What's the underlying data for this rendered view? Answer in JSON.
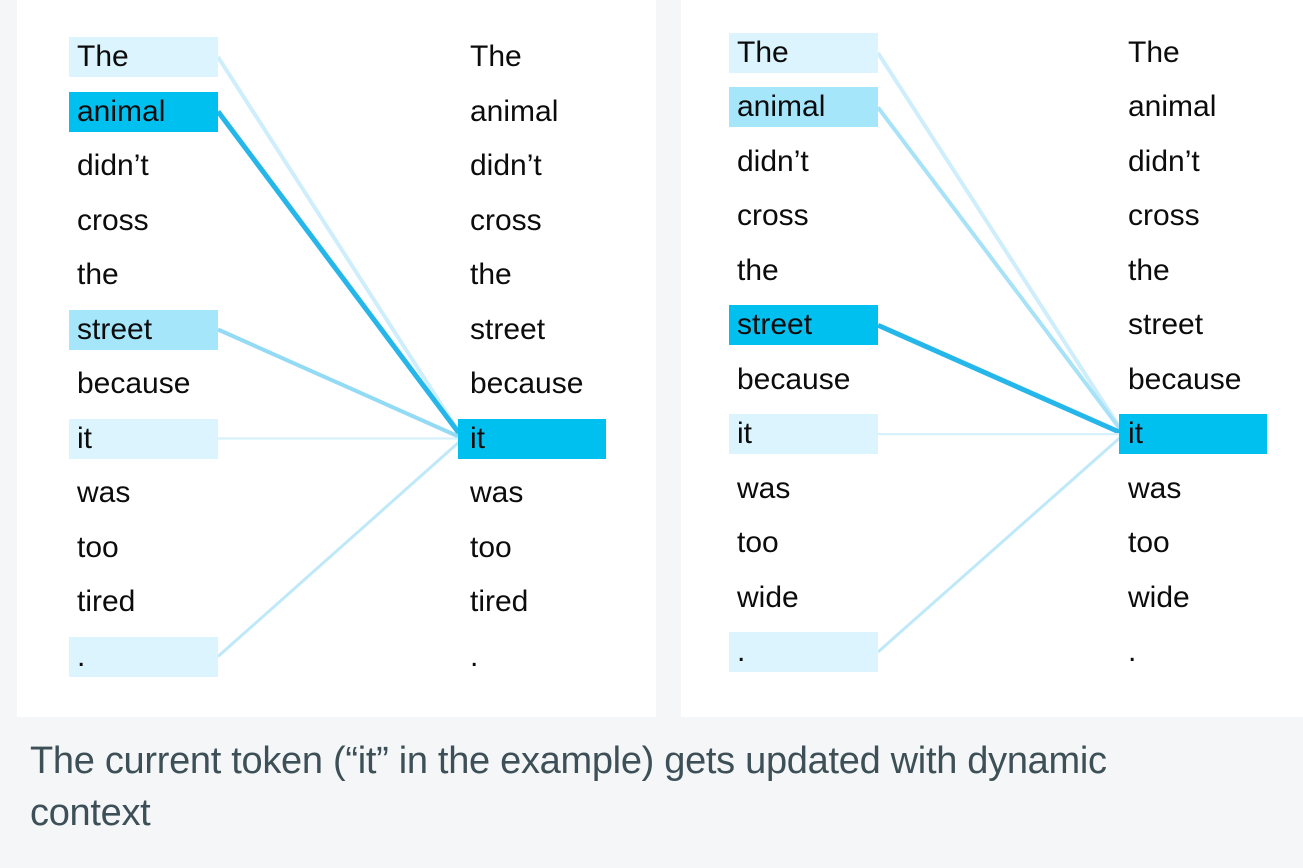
{
  "colors": {
    "page_bg": "#f5f6f7",
    "panel_bg": "#ffffff",
    "token_text": "#0c0c0c",
    "caption_text": "#3d5057",
    "highlight": {
      "strong": "#00c0f0",
      "medium": "#a6e6fb",
      "light": "#dbf4fd"
    },
    "edges": {
      "strong": {
        "color": "#25b6ea",
        "width": 5
      },
      "medium": {
        "color": "#93daf4",
        "width": 4
      },
      "mediumlight": {
        "color": "#a8e2f8",
        "width": 4
      },
      "light": {
        "color": "#cfeefb",
        "width": 4
      },
      "faint": {
        "color": "#d7f1fc",
        "width": 2.2
      },
      "soft": {
        "color": "#bfe9f8",
        "width": 3
      }
    }
  },
  "panels": [
    {
      "id": "left",
      "source_tokens": [
        {
          "text": "The",
          "highlight": "light",
          "edge": "light"
        },
        {
          "text": "animal",
          "highlight": "strong",
          "edge": "strong"
        },
        {
          "text": "didn’t",
          "highlight": "none",
          "edge": "none"
        },
        {
          "text": "cross",
          "highlight": "none",
          "edge": "none"
        },
        {
          "text": "the",
          "highlight": "none",
          "edge": "none"
        },
        {
          "text": "street",
          "highlight": "medium",
          "edge": "medium"
        },
        {
          "text": "because",
          "highlight": "none",
          "edge": "none"
        },
        {
          "text": "it",
          "highlight": "light",
          "edge": "faint"
        },
        {
          "text": "was",
          "highlight": "none",
          "edge": "none"
        },
        {
          "text": "too",
          "highlight": "none",
          "edge": "none"
        },
        {
          "text": "tired",
          "highlight": "none",
          "edge": "none"
        },
        {
          "text": ".",
          "highlight": "light",
          "edge": "soft"
        }
      ],
      "target_tokens": [
        "The",
        "animal",
        "didn’t",
        "cross",
        "the",
        "street",
        "because",
        "it",
        "was",
        "too",
        "tired",
        "."
      ],
      "target_highlight_index": 7,
      "target_highlight": "strong"
    },
    {
      "id": "right",
      "source_tokens": [
        {
          "text": "The",
          "highlight": "light",
          "edge": "light"
        },
        {
          "text": "animal",
          "highlight": "medium",
          "edge": "mediumlight"
        },
        {
          "text": "didn’t",
          "highlight": "none",
          "edge": "none"
        },
        {
          "text": "cross",
          "highlight": "none",
          "edge": "none"
        },
        {
          "text": "the",
          "highlight": "none",
          "edge": "none"
        },
        {
          "text": "street",
          "highlight": "strong",
          "edge": "strong"
        },
        {
          "text": "because",
          "highlight": "none",
          "edge": "none"
        },
        {
          "text": "it",
          "highlight": "light",
          "edge": "faint"
        },
        {
          "text": "was",
          "highlight": "none",
          "edge": "none"
        },
        {
          "text": "too",
          "highlight": "none",
          "edge": "none"
        },
        {
          "text": "wide",
          "highlight": "none",
          "edge": "none"
        },
        {
          "text": ".",
          "highlight": "light",
          "edge": "soft"
        }
      ],
      "target_tokens": [
        "The",
        "animal",
        "didn’t",
        "cross",
        "the",
        "street",
        "because",
        "it",
        "was",
        "too",
        "wide",
        "."
      ],
      "target_highlight_index": 7,
      "target_highlight": "strong"
    }
  ],
  "caption": {
    "text": "The current token (“it” in the example) gets updated with dynamic context",
    "lines": [
      "The current token (“it” in the example) gets updated with dynamic",
      "context"
    ]
  }
}
